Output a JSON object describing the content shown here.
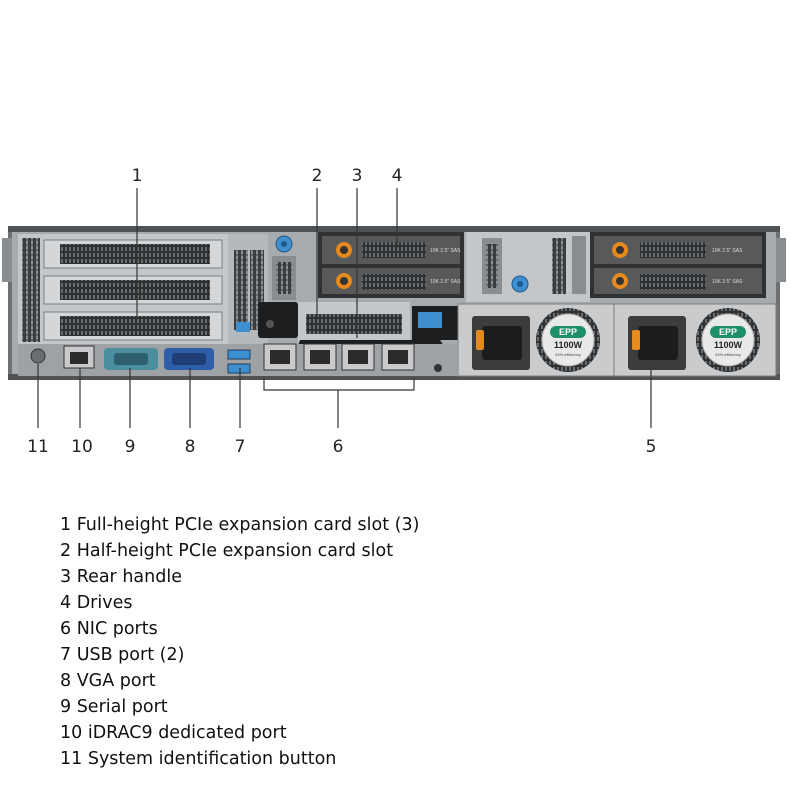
{
  "callouts": {
    "c1": "1",
    "c2": "2",
    "c3": "3",
    "c4": "4",
    "c5": "5",
    "c6": "6",
    "c7": "7",
    "c8": "8",
    "c9": "9",
    "c10": "10",
    "c11": "11"
  },
  "psu": {
    "left": {
      "brand": "EPP",
      "rating": "1100W",
      "sub": "94% efficiency"
    },
    "right": {
      "brand": "EPP",
      "rating": "1100W",
      "sub": "94% efficiency"
    }
  },
  "drive_label": "10K 2.5\" SAS",
  "legend": [
    "1 Full-height PCIe expansion card slot (3)",
    "2 Half-height PCIe expansion card slot",
    "3 Rear handle",
    "4 Drives",
    "6 NIC ports",
    "7 USB port (2)",
    "8 VGA port",
    "9 Serial port",
    "10 iDRAC9 dedicated port",
    "11 System identification button"
  ],
  "colors": {
    "chassis": "#6f7275",
    "panel": "#b9bcbf",
    "slot": "#2b2d2f",
    "accent_orange": "#e58a1f",
    "accent_blue": "#3e8fd0",
    "psu_badge": "#1e8f6a",
    "vga_blue": "#2f5ea8",
    "serial_teal": "#4a8ea0"
  }
}
